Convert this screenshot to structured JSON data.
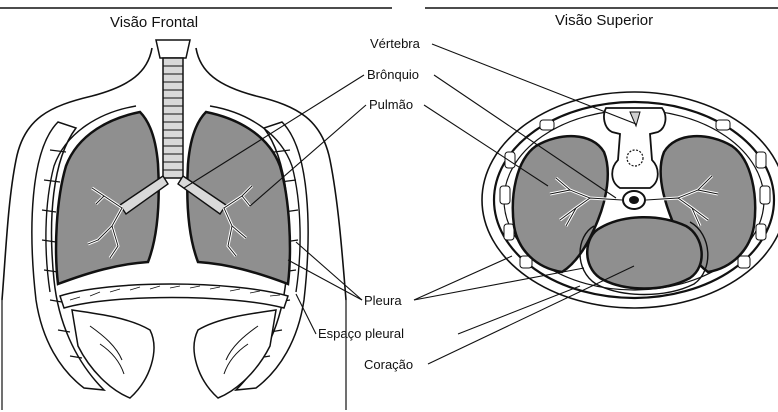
{
  "titles": {
    "frontal": "Visão  Frontal",
    "superior": "Visão Superior"
  },
  "labels": {
    "vertebra": "Vértebra",
    "bronquio": "Brônquio",
    "pulmao": "Pulmão",
    "pleura": "Pleura",
    "espaco_pleural": "Espaço pleural",
    "coracao": "Coração"
  },
  "colors": {
    "lung_fill": "#8f8f8f",
    "line": "#111111",
    "background": "#ffffff"
  }
}
